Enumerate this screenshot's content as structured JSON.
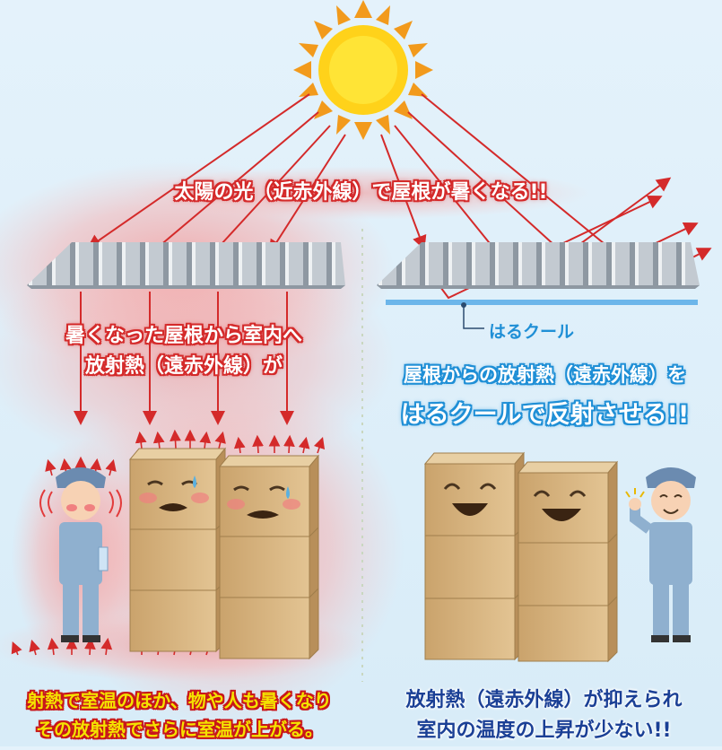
{
  "headline_sun": "太陽の光（近赤外線）で屋根が暑くなる!!",
  "left_caption_line1": "暑くなった屋根から室内へ",
  "left_caption_line2": "放射熱（遠赤外線）が",
  "product_label": "はるクール",
  "right_caption_line1": "屋根からの放射熱（遠赤外線）を",
  "right_caption_line2": "はるクールで反射させる!!",
  "bottom_left_line1": "射熱で室温のほか、物や人も暑くなり",
  "bottom_left_line2": "その放射熱でさらに室温が上がる。",
  "bottom_right_line1": "放射熱（遠赤外線）が抑えられ",
  "bottom_right_line2": "室内の温度の上昇が少ない!!",
  "colors": {
    "heat_red": "#d42a2a",
    "reflect_blue": "#1f8fd6",
    "sun_yellow": "#ffd21a",
    "sun_orange": "#f29a1c",
    "box_tan": "#d9b684",
    "insulation_line": "#6cb6ea"
  },
  "icons": [
    "sun-icon",
    "hot-worker-figure",
    "happy-worker-figure",
    "cardboard-box-stack"
  ]
}
